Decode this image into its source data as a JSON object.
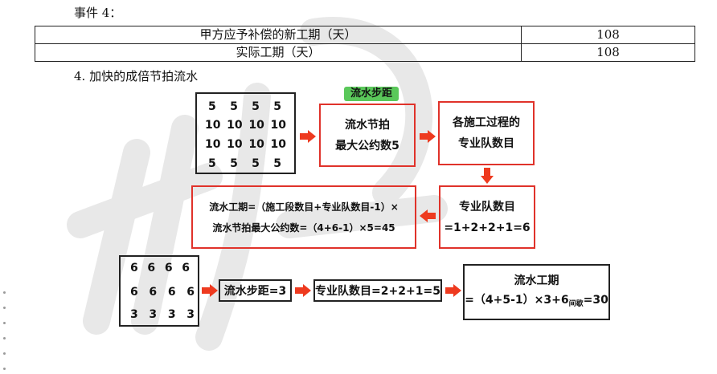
{
  "event": {
    "heading": "事件 4："
  },
  "table": {
    "rows": [
      {
        "label": "甲方应予补偿的新工期（天）",
        "value": "108"
      },
      {
        "label": "实际工期（天）",
        "value": "108"
      }
    ]
  },
  "section": {
    "heading": "4. 加快的成倍节拍流水"
  },
  "diagram1": {
    "matrix": [
      [
        "5",
        "5",
        "5",
        "5"
      ],
      [
        "10",
        "10",
        "10",
        "10"
      ],
      [
        "10",
        "10",
        "10",
        "10"
      ],
      [
        "5",
        "5",
        "5",
        "5"
      ]
    ],
    "tag": "流水步距",
    "box_a": {
      "line1": "流水节拍",
      "line2": "最大公约数5"
    },
    "box_b": {
      "line1": "各施工过程的",
      "line2": "专业队数目"
    },
    "box_c": {
      "line1": "专业队数目",
      "line2": "=1+2+2+1=6"
    },
    "box_d": {
      "line1": "流水工期=（施工段数目+专业队数目-1）×",
      "line2": "流水节拍最大公约数=（4+6-1）×5=45"
    }
  },
  "diagram2": {
    "matrix": [
      [
        "6",
        "6",
        "6",
        "6"
      ],
      [
        "6",
        "6",
        "6",
        "6"
      ],
      [
        "3",
        "3",
        "3",
        "3"
      ]
    ],
    "box_a": "流水步距=3",
    "box_b": "专业队数目=2+2+1=5",
    "box_c": {
      "line1": "流水工期",
      "line2_main": "=（4+5-1）×3+6",
      "line2_sub": "间歇",
      "line2_end": "=30"
    }
  },
  "colors": {
    "accent_red": "#e0322a",
    "arrow_red": "#ee3a1f",
    "tag_green": "#5ac85a"
  },
  "icons": {
    "arrow": "arrow-icon",
    "drag_handle": "drag-handle-icon"
  }
}
